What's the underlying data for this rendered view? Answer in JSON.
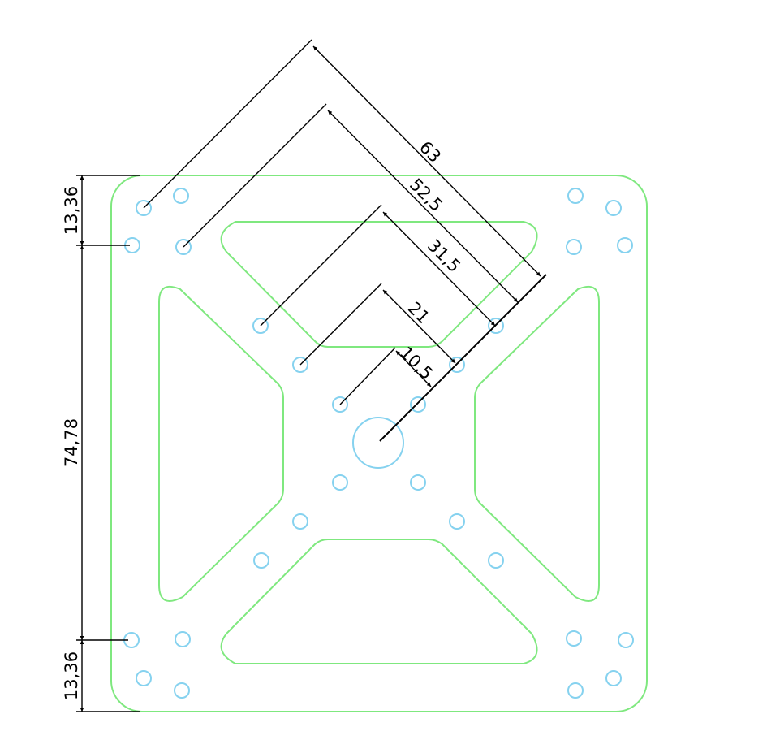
{
  "drawing": {
    "colors": {
      "outline": "#7fe87f",
      "holes": "#86d2ef",
      "dimensions": "#000000"
    },
    "vertical_dimensions": {
      "top": "13,36",
      "middle": "74,78",
      "bottom": "13,36"
    },
    "diagonal_dimensions": {
      "d63": "63",
      "d52_5": "52,5",
      "d31_5": "31,5",
      "d21": "21",
      "d10_5": "10,5"
    }
  }
}
